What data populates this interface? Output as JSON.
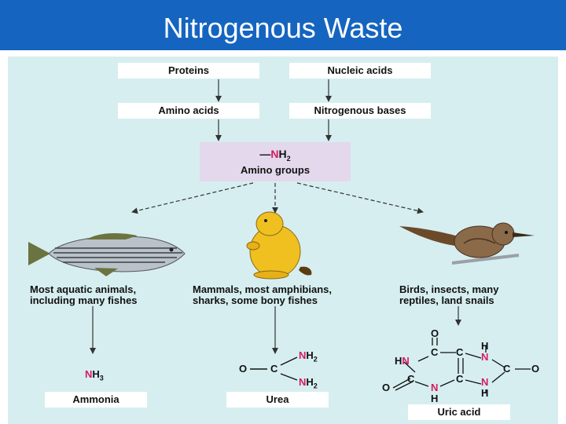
{
  "title": "Nitrogenous Waste",
  "colors": {
    "title_bar": "#1565c0",
    "panel": "#d6eef0",
    "amino_box": "#e3d8ec",
    "nitrogen": "#d81b60"
  },
  "sources": {
    "proteins": "Proteins",
    "nucleic_acids": "Nucleic acids"
  },
  "intermediates": {
    "amino_acids": "Amino acids",
    "nitrogenous_bases": "Nitrogenous bases"
  },
  "amino_group": {
    "dash": "—",
    "n": "N",
    "h2": "H",
    "sub2": "2",
    "label": "Amino groups"
  },
  "organisms": {
    "aquatic": {
      "line1": "Most aquatic animals,",
      "line2": "including many fishes",
      "icon": "fish-icon"
    },
    "mammals": {
      "line1": "Mammals, most amphibians,",
      "line2": "sharks, some bony fishes",
      "icon": "prairie-dog-icon"
    },
    "birds": {
      "line1": "Birds, insects, many",
      "line2": "reptiles, land snails",
      "icon": "bird-icon"
    }
  },
  "ammonia": {
    "n": "N",
    "h": "H",
    "sub3": "3",
    "label": "Ammonia"
  },
  "urea": {
    "o": "O",
    "c": "C",
    "n": "N",
    "h": "H",
    "sub2": "2",
    "label": "Urea"
  },
  "uric_acid": {
    "o": "O",
    "c": "C",
    "n": "N",
    "h": "H",
    "label": "Uric acid"
  }
}
